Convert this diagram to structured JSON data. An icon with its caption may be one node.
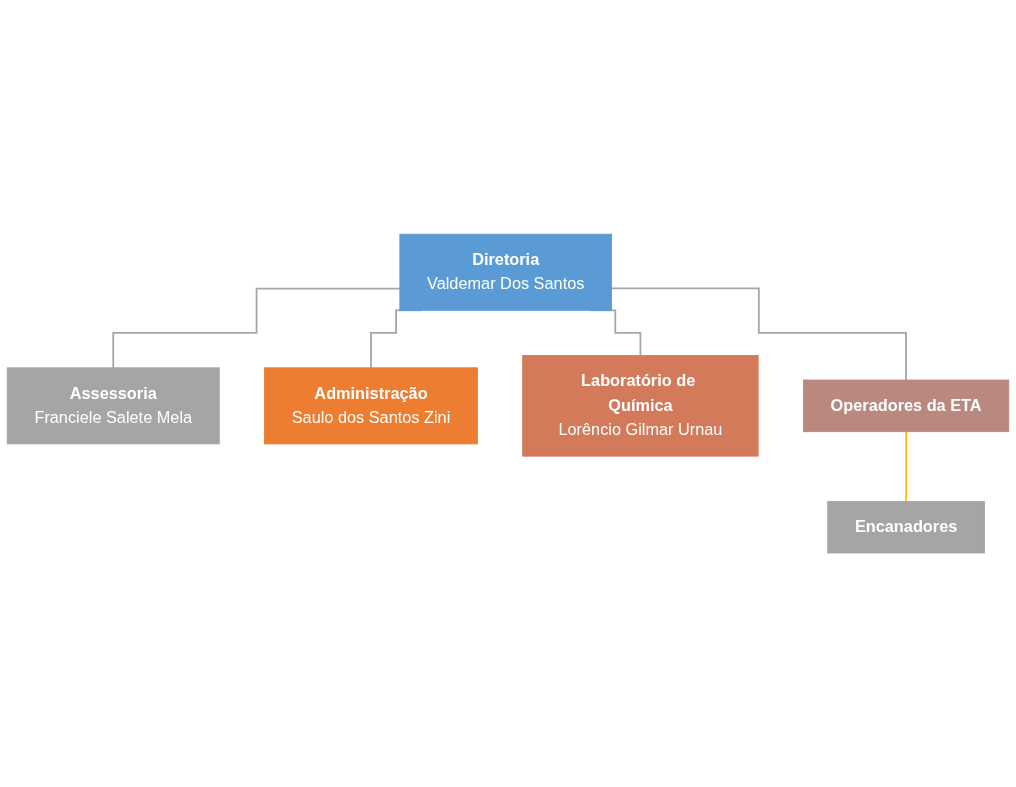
{
  "diagram": {
    "nodes": [
      {
        "text": [
          "Diretoria",
          "Valdemar Dos Santos"
        ]
      },
      {
        "text": [
          "Assessoria",
          "Franciele Salete Mela"
        ]
      },
      {
        "text": [
          "Administração",
          "Saulo dos Santos Zini"
        ]
      },
      {
        "text": [
          "Laboratório de Química",
          "Lorêncio Gilmar Urnau"
        ]
      },
      {
        "text": [
          "Operadores da ETA"
        ]
      },
      {
        "text": [
          "Encanadores"
        ]
      }
    ],
    "edges": [
      {
        "from": 0,
        "to": 1,
        "arrow": "none"
      },
      {
        "from": 0,
        "to": 2,
        "arrow": "none"
      },
      {
        "from": 0,
        "to": 3,
        "arrow": "none"
      },
      {
        "from": 0,
        "to": 4,
        "arrow": "none"
      },
      {
        "from": 4,
        "to": 5,
        "arrow": "none",
        "color": "#ffc000"
      }
    ]
  }
}
